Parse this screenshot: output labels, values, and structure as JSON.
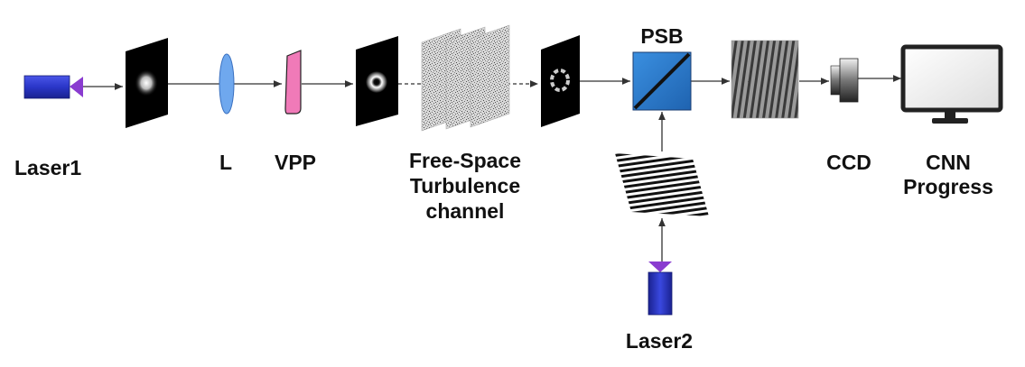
{
  "labels": {
    "laser1": "Laser1",
    "lens": "L",
    "vpp": "VPP",
    "channel_line1": "Free-Space",
    "channel_line2": "Turbulence",
    "channel_line3": "channel",
    "psb": "PSB",
    "laser2": "Laser2",
    "ccd": "CCD",
    "cnn_line1": "CNN",
    "cnn_line2": "Progress"
  },
  "colors": {
    "laser_body": "#2a36c8",
    "laser_tip": "#8a3cd0",
    "lens": "#6fa8ee",
    "vpp": "#f07ab8",
    "psb_cube": "#2f7fd0",
    "beam": "#333333"
  },
  "icons": [
    "laser-source-icon",
    "gaussian-beam-profile",
    "lens-icon",
    "vortex-phase-plate-icon",
    "vortex-beam-profile",
    "turbulence-phase-screen",
    "distorted-vortex-profile",
    "beam-splitter-cube-icon",
    "fork-grating-hologram",
    "interference-pattern",
    "ccd-camera-icon",
    "computer-monitor-icon"
  ]
}
